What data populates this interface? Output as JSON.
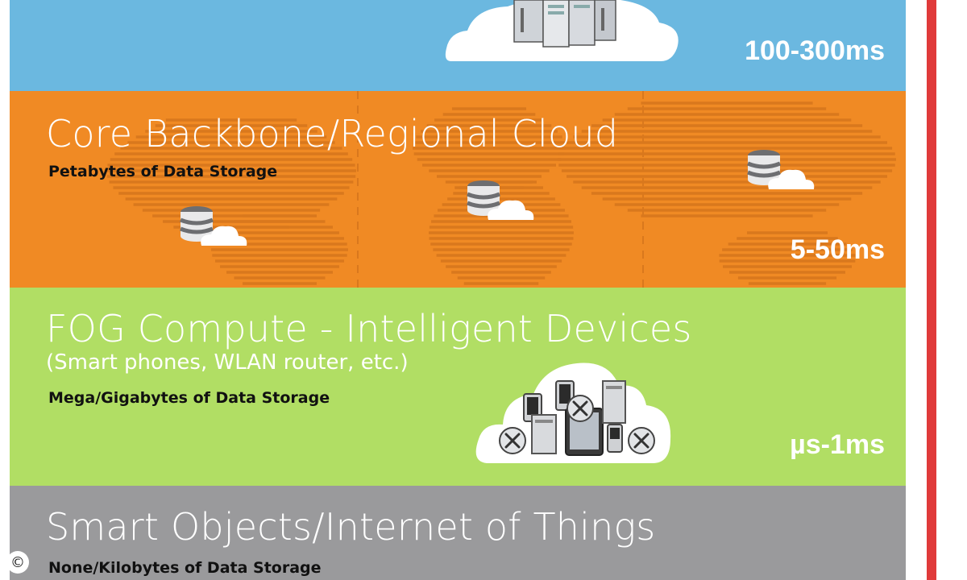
{
  "layers": [
    {
      "id": "cloud",
      "latency": "100-300ms",
      "color": "#6bb8e0"
    },
    {
      "id": "core",
      "title": "Core Backbone/Regional Cloud",
      "storage": "Petabytes of Data Storage",
      "latency": "5-50ms",
      "color": "#f08a24"
    },
    {
      "id": "fog",
      "title": "FOG Compute - Intelligent Devices",
      "subtitle": "(Smart phones, WLAN router, etc.)",
      "storage": "Mega/Gigabytes of Data Storage",
      "latency": "µs-1ms",
      "color": "#b1de64"
    },
    {
      "id": "iot",
      "title": "Smart Objects/Internet of Things",
      "storage": "None/Kilobytes of Data Storage",
      "color": "#9a9a9c"
    }
  ],
  "accent_line_color": "#e03a3a",
  "copyright_symbol": "©",
  "icons": [
    "server-rack-icon",
    "database-cloud-icon",
    "smart-device-cloud-icon",
    "world-map-icon"
  ]
}
